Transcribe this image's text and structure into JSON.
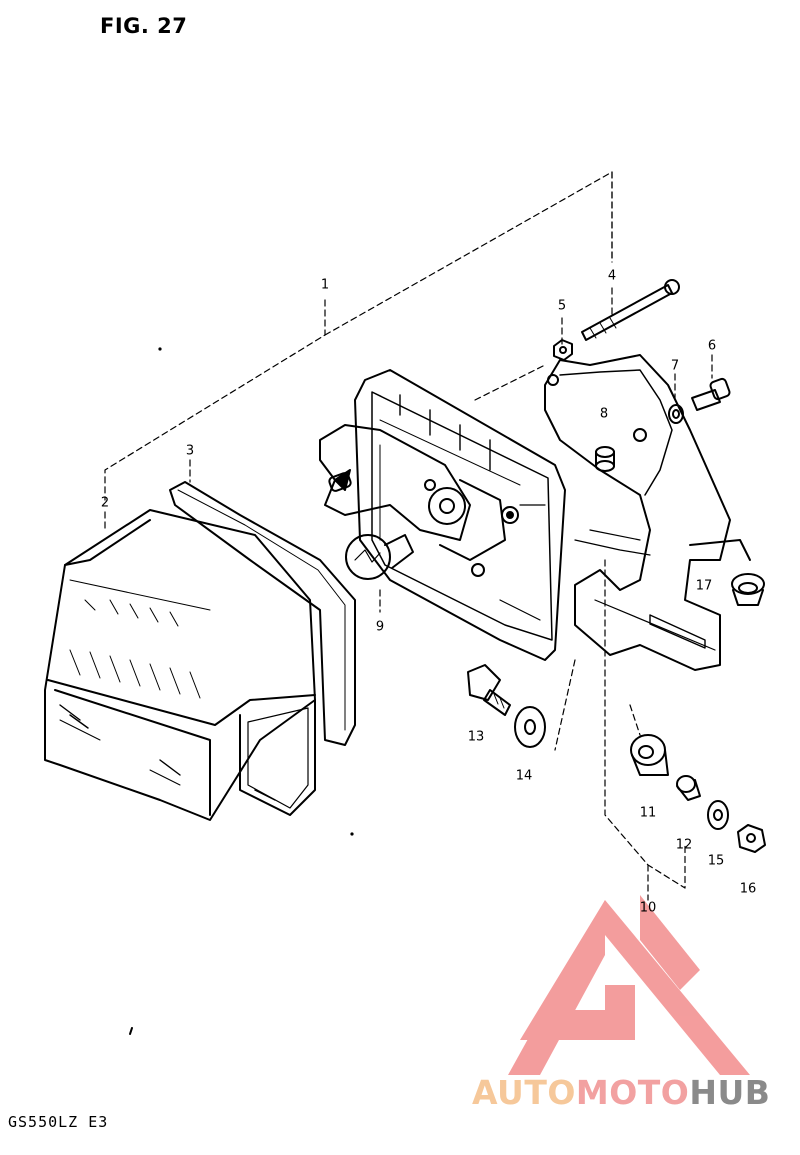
{
  "figure": {
    "title": "FIG. 27",
    "model_code": "GS550LZ  E3"
  },
  "parts": [
    {
      "label": "1"
    },
    {
      "label": "2"
    },
    {
      "label": "3"
    },
    {
      "label": "4"
    },
    {
      "label": "5"
    },
    {
      "label": "6"
    },
    {
      "label": "7"
    },
    {
      "label": "8"
    },
    {
      "label": "9"
    },
    {
      "label": "10"
    },
    {
      "label": "11"
    },
    {
      "label": "12"
    },
    {
      "label": "13"
    },
    {
      "label": "14"
    },
    {
      "label": "15"
    },
    {
      "label": "16"
    },
    {
      "label": "17"
    }
  ],
  "watermark": {
    "brand_part1": "AUTO",
    "brand_part2": "MOTO",
    "brand_part3": "HUB",
    "colors": {
      "auto": "#f6c89a",
      "moto": "#f2a1a1",
      "hub": "#8a8a8a",
      "logo": "#f28c8c"
    }
  }
}
